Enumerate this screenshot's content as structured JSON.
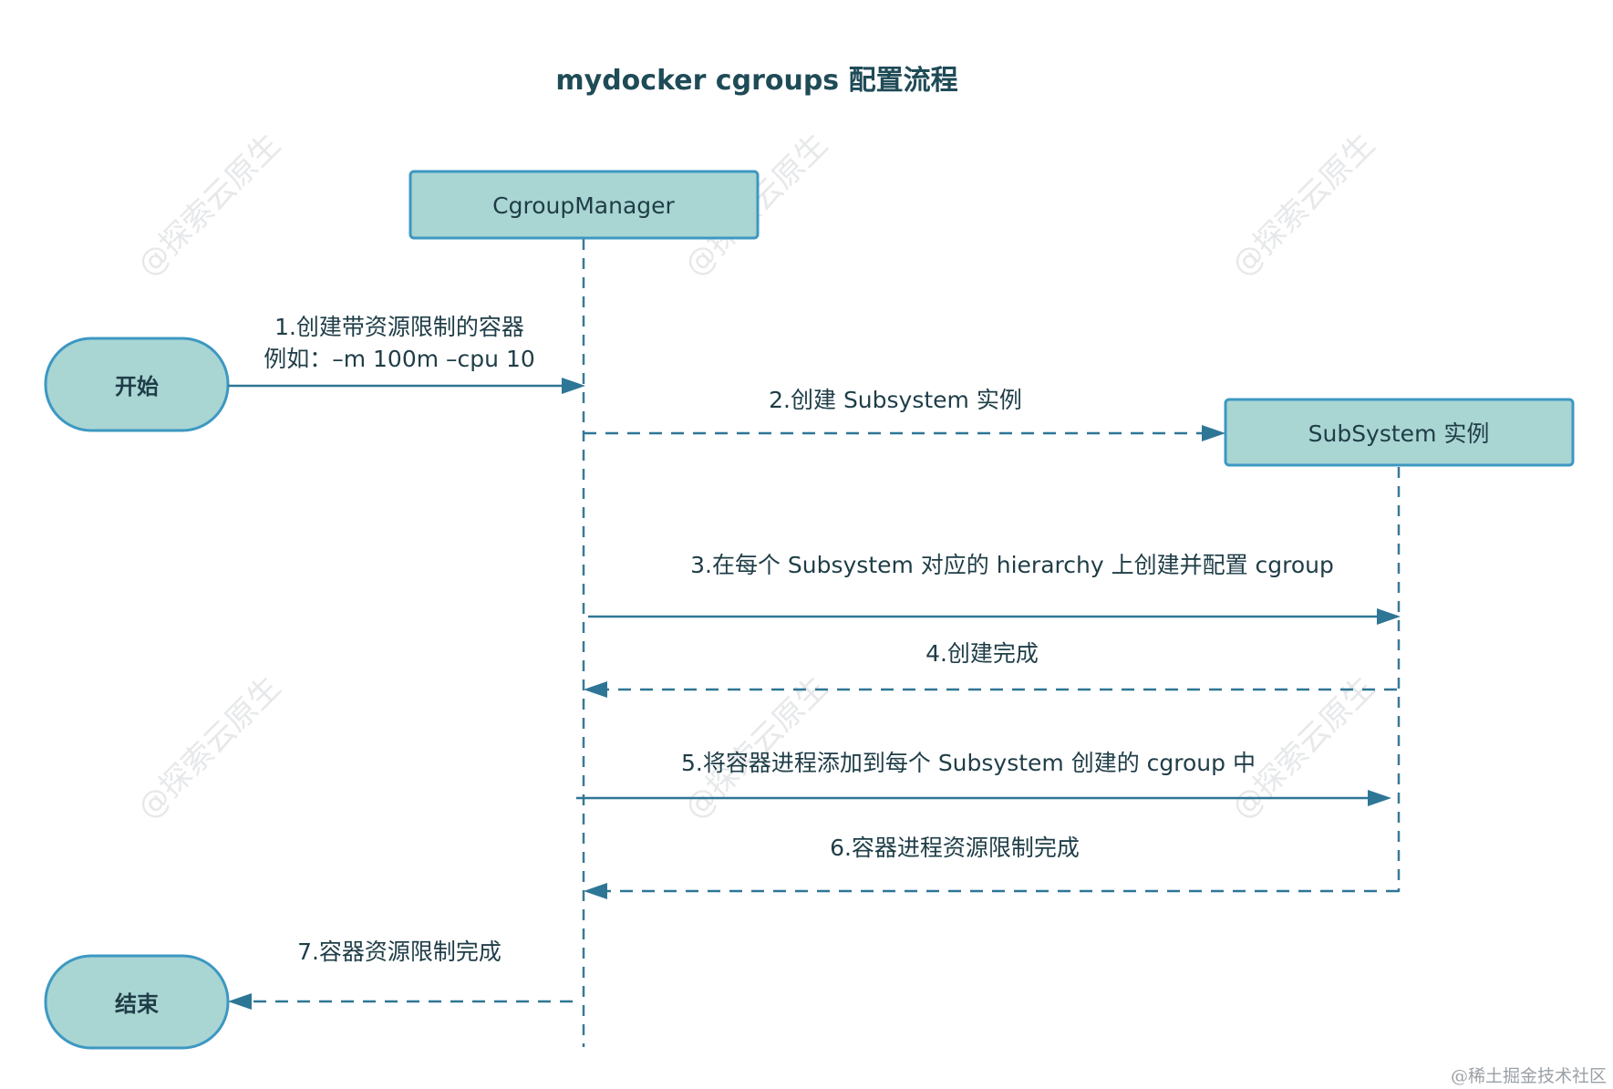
{
  "title": "mydocker cgroups 配置流程",
  "participants": {
    "cgroup_manager": "CgroupManager",
    "subsystem_instance": "SubSystem 实例"
  },
  "nodes": {
    "start": "开始",
    "end": "结束"
  },
  "messages": {
    "m1_line1": "1.创建带资源限制的容器",
    "m1_line2": "例如：–m 100m –cpu 10",
    "m2": "2.创建 Subsystem 实例",
    "m3": "3.在每个 Subsystem 对应的 hierarchy 上创建并配置 cgroup",
    "m4": "4.创建完成",
    "m5": "5.将容器进程添加到每个 Subsystem  创建的 cgroup 中",
    "m6": "6.容器进程资源限制完成",
    "m7": "7.容器资源限制完成"
  },
  "watermark": "@探索云原生",
  "footer": "@稀土掘金技术社区",
  "colors": {
    "box_fill": "#a9d5d3",
    "box_stroke": "#3d98c2",
    "arrow": "#2e7696",
    "text": "#1f3d47"
  }
}
